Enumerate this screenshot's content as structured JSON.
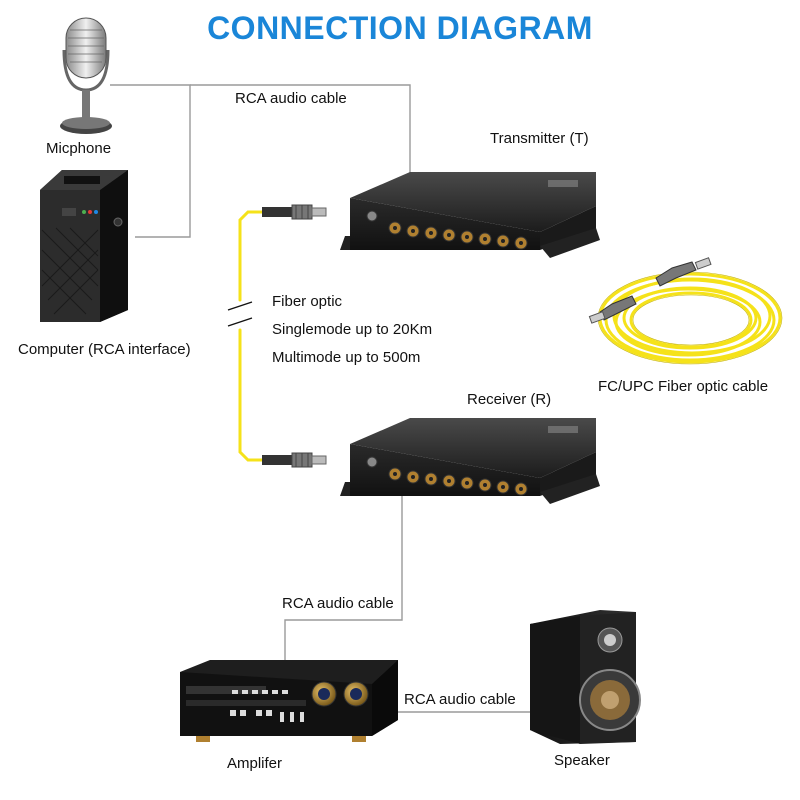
{
  "title": "CONNECTION DIAGRAM",
  "labels": {
    "microphone": "Micphone",
    "computer": "Computer (RCA interface)",
    "rca_top": "RCA audio cable",
    "transmitter": "Transmitter (T)",
    "fiber_1": "Fiber optic",
    "fiber_2": "Singlemode up to 20Km",
    "fiber_3": "Multimode up to 500m",
    "fiber_cable": "FC/UPC Fiber optic cable",
    "receiver": "Receiver (R)",
    "rca_mid": "RCA audio cable",
    "rca_bottom": "RCA audio cable",
    "amplifier": "Amplifer",
    "speaker": "Speaker"
  },
  "colors": {
    "title": "#1a86d8",
    "fiber": "#f5e21a",
    "cable": "#9a9a9a",
    "device": "#222222"
  }
}
